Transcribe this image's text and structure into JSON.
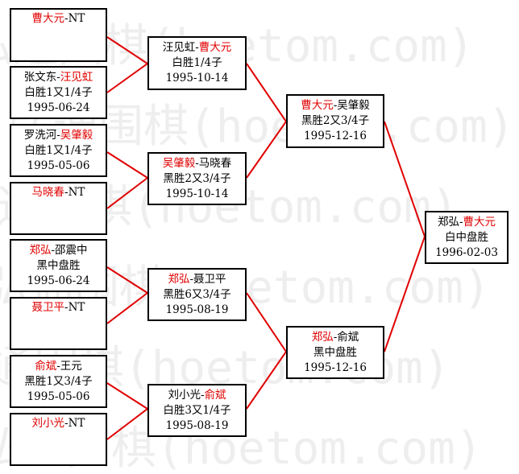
{
  "watermark": "弘通围棋(hoetom.com)",
  "colors": {
    "winner": "#e00000",
    "text": "#000000",
    "connector": "#e00000",
    "border": "#000000"
  },
  "round1": [
    {
      "a": "曹大元",
      "sep": "-",
      "b": "NT",
      "winner": "a",
      "result": "",
      "date": ""
    },
    {
      "a": "张文东",
      "sep": "-",
      "b": "汪见虹",
      "winner": "b",
      "result": "白胜1又1/4子",
      "date": "1995-06-24"
    },
    {
      "a": "罗洗河",
      "sep": "-",
      "b": "吴肇毅",
      "winner": "b",
      "result": "白胜1又1/4子",
      "date": "1995-05-06"
    },
    {
      "a": "马晓春",
      "sep": "-",
      "b": "NT",
      "winner": "a",
      "result": "",
      "date": ""
    },
    {
      "a": "郑弘",
      "sep": "-",
      "b": "邵震中",
      "winner": "a",
      "result": "黑中盘胜",
      "date": "1995-06-24"
    },
    {
      "a": "聂卫平",
      "sep": "-",
      "b": "NT",
      "winner": "a",
      "result": "",
      "date": ""
    },
    {
      "a": "俞斌",
      "sep": "-",
      "b": "王元",
      "winner": "a",
      "result": "黑胜1又3/4子",
      "date": "1995-05-06"
    },
    {
      "a": "刘小光",
      "sep": "-",
      "b": "NT",
      "winner": "a",
      "result": "",
      "date": ""
    }
  ],
  "round2": [
    {
      "a": "汪见虹",
      "sep": "-",
      "b": "曹大元",
      "winner": "b",
      "result": "白胜1/4子",
      "date": "1995-10-14"
    },
    {
      "a": "吴肇毅",
      "sep": "-",
      "b": "马晓春",
      "winner": "a",
      "result": "黑胜2又3/4子",
      "date": "1995-10-14"
    },
    {
      "a": "郑弘",
      "sep": "-",
      "b": "聂卫平",
      "winner": "a",
      "result": "黑胜6又3/4子",
      "date": "1995-08-19"
    },
    {
      "a": "刘小光",
      "sep": "-",
      "b": "俞斌",
      "winner": "b",
      "result": "白胜3又1/4子",
      "date": "1995-08-19"
    }
  ],
  "round3": [
    {
      "a": "曹大元",
      "sep": "-",
      "b": "吴肇毅",
      "winner": "a",
      "result": "黑胜2又3/4子",
      "date": "1995-12-16"
    },
    {
      "a": "郑弘",
      "sep": "-",
      "b": "俞斌",
      "winner": "a",
      "result": "黑中盘胜",
      "date": "1995-12-16"
    }
  ],
  "final": [
    {
      "a": "郑弘",
      "sep": "-",
      "b": "曹大元",
      "winner": "b",
      "result": "白中盘胜",
      "date": "1996-02-03"
    }
  ]
}
